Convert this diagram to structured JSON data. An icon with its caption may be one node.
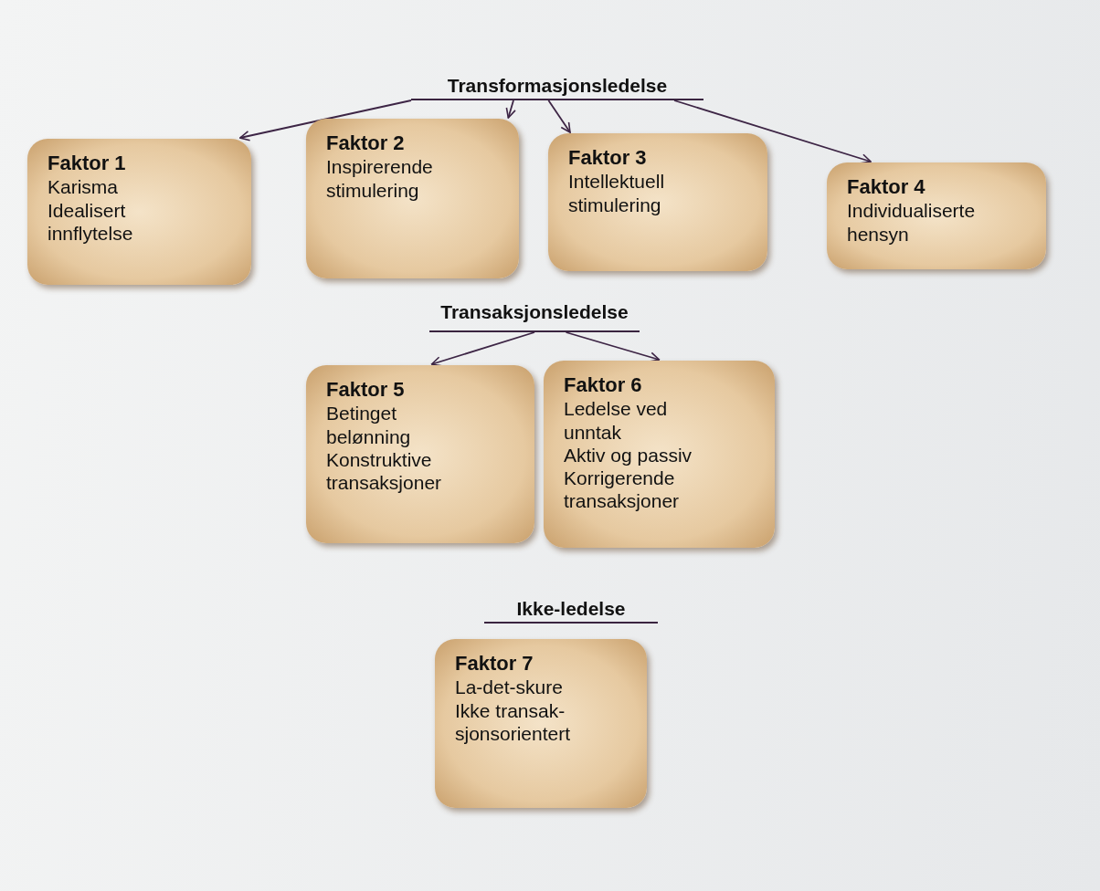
{
  "diagram": {
    "nodes": [
      {
        "text": [
          "Transformasjonsledelse"
        ]
      },
      {
        "text": [
          "Faktor 1",
          "Karisma",
          "Idealisert innflytelse"
        ]
      },
      {
        "text": [
          "Faktor 2",
          "Inspirerende stimulering"
        ]
      },
      {
        "text": [
          "Faktor 3",
          "Intellektuell stimulering"
        ]
      },
      {
        "text": [
          "Faktor 4",
          "Individualiserte hensyn"
        ]
      },
      {
        "text": [
          "Transaksjonsledelse"
        ]
      },
      {
        "text": [
          "Faktor 5",
          "Betinget belønning",
          "Konstruktive transaksjoner"
        ]
      },
      {
        "text": [
          "Faktor 6",
          "Ledelse ved unntak",
          "Aktiv og passiv",
          "Korrigerende transaksjoner"
        ]
      },
      {
        "text": [
          "Faktor 7",
          "La-det-skure",
          "Ikke transak-sjonsorientert"
        ]
      }
    ],
    "edges": [
      {
        "from": 0,
        "to": 1,
        "arrow": "to"
      },
      {
        "from": 0,
        "to": 2,
        "arrow": "to"
      },
      {
        "from": 0,
        "to": 3,
        "arrow": "to"
      },
      {
        "from": 0,
        "to": 4,
        "arrow": "to"
      },
      {
        "from": 5,
        "to": 6,
        "arrow": "to"
      },
      {
        "from": 5,
        "to": 7,
        "arrow": "to"
      }
    ],
    "labels": [
      "Ikke-ledelse"
    ]
  }
}
